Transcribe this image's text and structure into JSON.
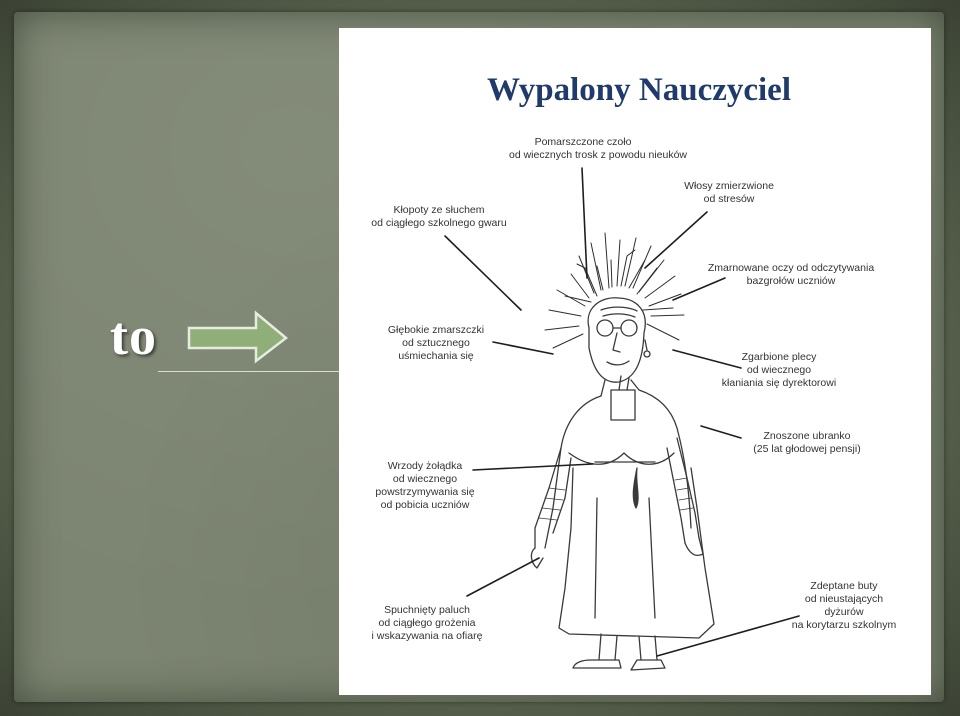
{
  "slide": {
    "left_label": "to",
    "colors": {
      "title": "#1f3a6b",
      "arrow_fill": "#8fae78",
      "background": "#7c8571"
    }
  },
  "diagram": {
    "title": "Wypalony Nauczyciel",
    "annotations": [
      {
        "id": "forehead",
        "lines": [
          "Pomarszczone czoło",
          "od wiecznych trosk z powodu nieuków"
        ]
      },
      {
        "id": "hair",
        "lines": [
          "Włosy zmierzwione",
          "od stresów"
        ]
      },
      {
        "id": "hearing",
        "lines": [
          "Kłopoty ze słuchem",
          "od ciągłego szkolnego gwaru"
        ]
      },
      {
        "id": "eyes",
        "lines": [
          "Zmarnowane oczy od odczytywania",
          "bazgrołów uczniów"
        ]
      },
      {
        "id": "wrinkles",
        "lines": [
          "Głębokie zmarszczki",
          "od sztucznego",
          "uśmiechania się"
        ]
      },
      {
        "id": "back",
        "lines": [
          "Zgarbione plecy",
          "od wiecznego",
          "kłaniania się dyrektorowi"
        ]
      },
      {
        "id": "clothes",
        "lines": [
          "Znoszone ubranko",
          "(25 lat głodowej pensji)"
        ]
      },
      {
        "id": "stomach",
        "lines": [
          "Wrzody żołądka",
          "od wiecznego",
          "powstrzymywania się",
          "od pobicia uczniów"
        ]
      },
      {
        "id": "finger",
        "lines": [
          "Spuchnięty paluch",
          "od ciągłego grożenia",
          "i wskazywania na ofiarę"
        ]
      },
      {
        "id": "shoes",
        "lines": [
          "Zdeptane buty",
          "od nieustających",
          "dyżurów",
          "na korytarzu szkolnym"
        ]
      }
    ]
  }
}
